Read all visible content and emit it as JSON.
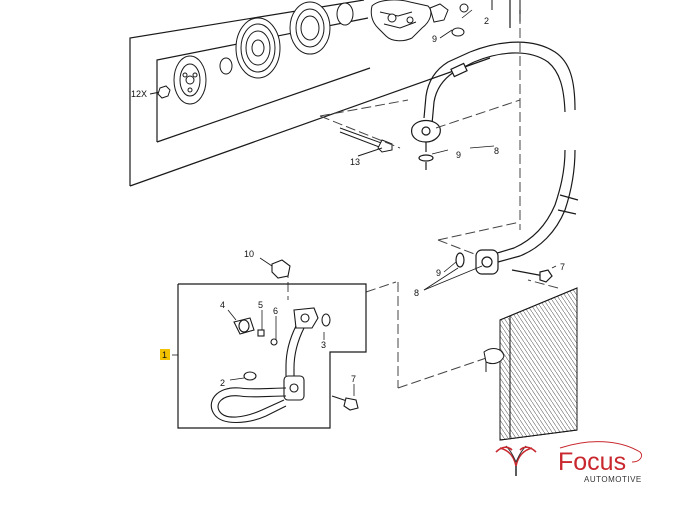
{
  "callouts": {
    "c12x": "12X",
    "c2a": "2",
    "c9a": "9",
    "c13": "13",
    "c9b": "9",
    "c8a": "8",
    "c10": "10",
    "c4": "4",
    "c5": "5",
    "c6": "6",
    "c3": "3",
    "c1": "1",
    "c2b": "2",
    "c7a": "7",
    "c9c": "9",
    "c8b": "8",
    "c7b": "7"
  },
  "logo": {
    "name": "Focus",
    "tagline": "AUTOMOTIVE",
    "brand_color": "#c8282e"
  },
  "colors": {
    "line": "#1a1a1a",
    "highlight_badge": "#f2c200"
  }
}
